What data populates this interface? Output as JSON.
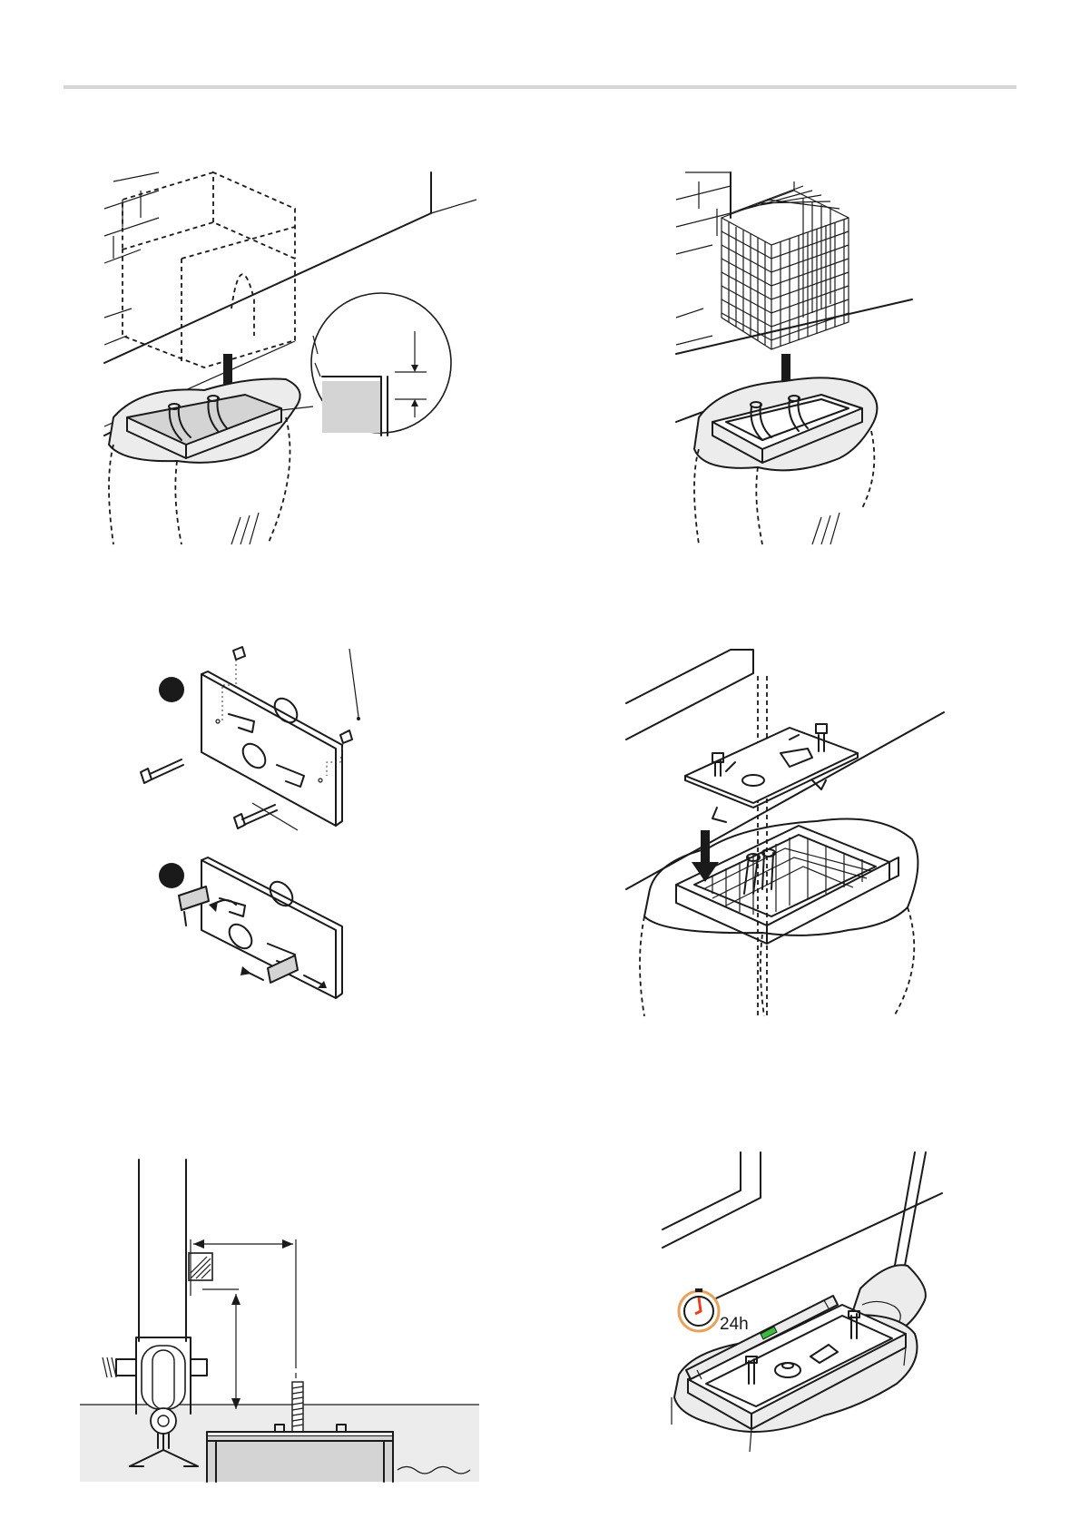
{
  "figures": [
    {
      "id": "fig1",
      "icon": "formwork-box-over-pit"
    },
    {
      "id": "fig2",
      "icon": "reinforcement-cage-into-pit"
    },
    {
      "id": "fig3",
      "icon": "foundation-plate-bolts-assembly"
    },
    {
      "id": "fig4",
      "icon": "foundation-plate-over-cage"
    },
    {
      "id": "fig5",
      "icon": "rack-height-dimension-section"
    },
    {
      "id": "fig6",
      "icon": "concrete-pour-level-check"
    }
  ],
  "timer": {
    "label": "24h",
    "icon": "stopwatch-icon",
    "accent": "#e8421c",
    "ring": "#e8a15b"
  },
  "colors": {
    "line": "#1a1a1a",
    "fill_grey": "#d4d4d4",
    "rule": "#d6d6d6",
    "level_bubble": "#3dbb3d"
  }
}
